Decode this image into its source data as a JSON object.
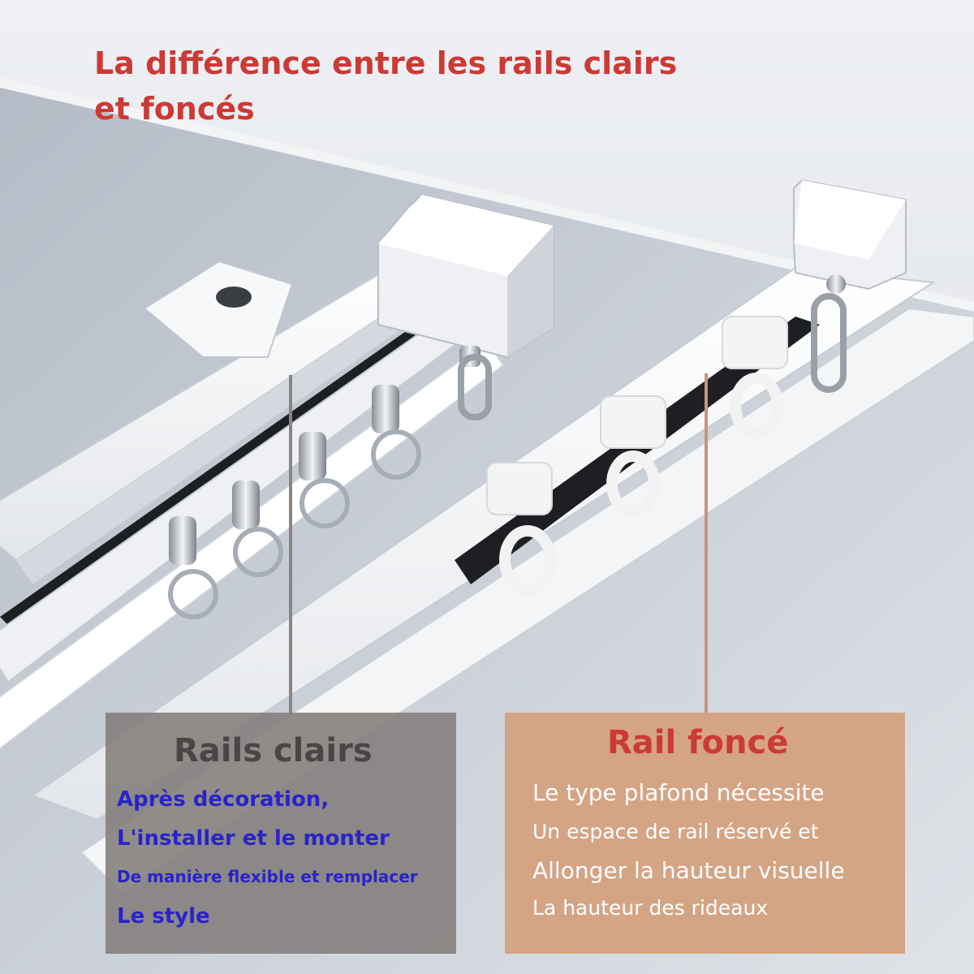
{
  "title": {
    "line1": "La différence entre les rails clairs",
    "line2": "et foncés"
  },
  "colors": {
    "title": "#cc3a36",
    "light_box_bg": "#827d7b",
    "light_box_title": "#4b4646",
    "light_box_text": "#2a23c9",
    "dark_box_bg": "#d4a07d",
    "dark_box_title": "#cc3a36",
    "dark_box_text": "#ffffff"
  },
  "rails_clairs": {
    "title": "Rails clairs",
    "lines": [
      "Après décoration,",
      "L'installer et le monter",
      "De manière flexible et remplacer",
      "Le style"
    ]
  },
  "rail_fonce": {
    "title": "Rail foncé",
    "lines": [
      "Le type plafond nécessite",
      "Un espace de rail réservé et",
      "Allonger la hauteur visuelle",
      "La hauteur des rideaux"
    ]
  }
}
